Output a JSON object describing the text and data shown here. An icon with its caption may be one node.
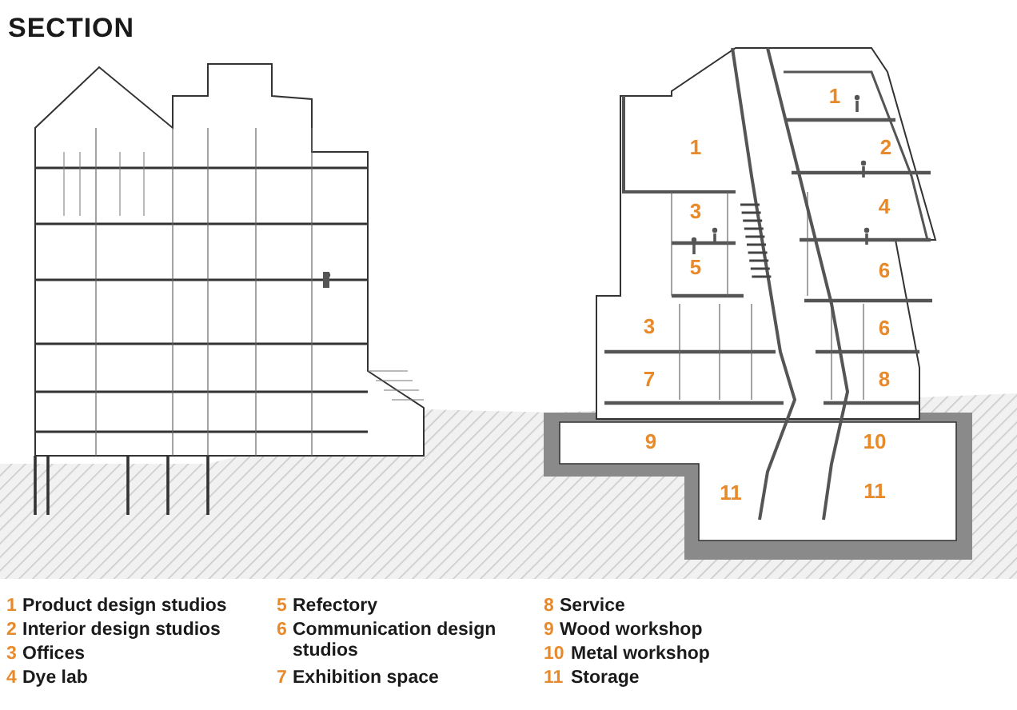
{
  "diagram": {
    "title": "SECTION",
    "labels": [
      "1",
      "1",
      "2",
      "3",
      "4",
      "5",
      "6",
      "3",
      "6",
      "7",
      "8",
      "9",
      "10",
      "11",
      "11",
      "1",
      "Product design studios",
      "2",
      "Interior design studios",
      "3",
      "Offices",
      "4",
      "Dye lab",
      "5",
      "Refectory",
      "6",
      "Communication design studios",
      "7",
      "Exhibition space",
      "8",
      "Service",
      "9",
      "Wood workshop",
      "10",
      "Metal workshop",
      "11",
      "Storage"
    ]
  }
}
